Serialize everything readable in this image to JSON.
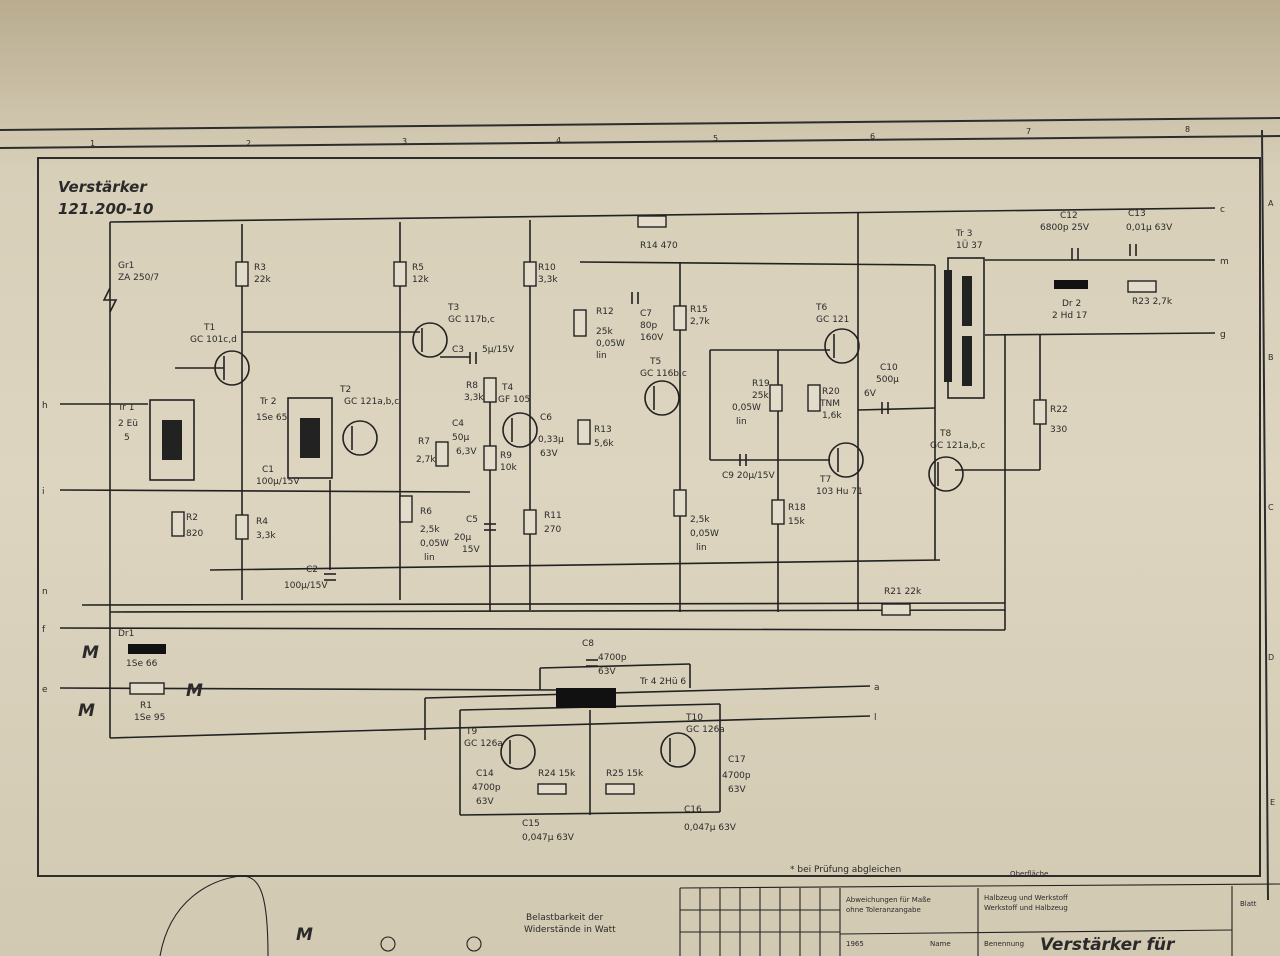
{
  "title": "Verstärker",
  "part_number": "121.200-10",
  "columns": [
    "1",
    "2",
    "3",
    "4",
    "5",
    "6",
    "7",
    "8"
  ],
  "rows": [
    "A",
    "B",
    "C",
    "D",
    "E"
  ],
  "terminals": {
    "h": "h",
    "i": "i",
    "n": "n",
    "f": "f",
    "e": "e",
    "c": "c",
    "m": "m",
    "g": "g",
    "a": "a",
    "l": "l"
  },
  "marks": {
    "m1": "M",
    "m2": "M",
    "m3": "M",
    "m4": "M"
  },
  "components": {
    "fuse": {
      "id": "Gr1",
      "value": "ZA 250/7"
    },
    "r3": {
      "id": "R3",
      "value": "22k"
    },
    "t1": {
      "id": "T1",
      "value": "GC 101c,d"
    },
    "r5": {
      "id": "R5",
      "value": "12k"
    },
    "t3": {
      "id": "T3",
      "value": "GC 117b,c"
    },
    "c3": {
      "id": "C3",
      "value": "5µ/15V"
    },
    "r10": {
      "id": "R10",
      "value": "3,3k"
    },
    "r14": {
      "label": "R14 470"
    },
    "r12": {
      "id": "R12",
      "value": "25k",
      "power": "0,05W",
      "taper": "lin"
    },
    "c7": {
      "id": "C7",
      "value": "80p",
      "voltage": "160V"
    },
    "r15": {
      "id": "R15",
      "value": "2,7k"
    },
    "t5": {
      "id": "T5",
      "value": "GC 116b,c"
    },
    "t6": {
      "id": "T6",
      "value": "GC 121"
    },
    "c10": {
      "id": "C10",
      "value": "500µ",
      "voltage": "6V"
    },
    "tr3": {
      "id": "Tr 3",
      "value": "1Ü 37"
    },
    "c12": {
      "id": "C12",
      "value": "6800p 25V"
    },
    "c13": {
      "id": "C13",
      "value": "0,01µ 63V"
    },
    "dr2": {
      "id": "Dr 2",
      "value": "2 Hd 17"
    },
    "r23": {
      "label": "R23 2,7k"
    },
    "r22": {
      "id": "R22",
      "value": "330"
    },
    "t8": {
      "id": "T8",
      "value": "GC 121a,b,c"
    },
    "t2": {
      "id": "T2",
      "value": "GC 121a,b,c"
    },
    "tr2": {
      "id": "Tr 2",
      "value": "1Se 65"
    },
    "c1": {
      "id": "C1",
      "value": "100µ/15V"
    },
    "tr1": {
      "id": "Tr 1",
      "value": "2 Eü",
      "extra": "5"
    },
    "r2": {
      "id": "R2",
      "value": "820"
    },
    "r4": {
      "id": "R4",
      "value": "3,3k"
    },
    "r7": {
      "id": "R7",
      "value": "2,7k"
    },
    "c4": {
      "id": "C4",
      "value": "50µ",
      "voltage": "6,3V"
    },
    "r8": {
      "id": "R8",
      "value": "3,3k"
    },
    "t4": {
      "id": "T4",
      "value": "GF 105"
    },
    "r9": {
      "id": "R9",
      "value": "10k"
    },
    "c6": {
      "id": "C6",
      "value": "0,33µ",
      "voltage": "63V"
    },
    "r13": {
      "id": "R13",
      "value": "5,6k"
    },
    "c5": {
      "id": "C5",
      "value": "20µ",
      "voltage": "15V"
    },
    "r11": {
      "id": "R11",
      "value": "270"
    },
    "r6": {
      "id": "R6",
      "value": "2,5k",
      "power": "0,05W",
      "taper": "lin"
    },
    "c2": {
      "id": "C2",
      "value": "100µ/15V"
    },
    "r17": {
      "value": "2,5k",
      "power": "0,05W",
      "taper": "lin"
    },
    "c9": {
      "label": "C9 20µ/15V"
    },
    "r18": {
      "id": "R18",
      "value": "15k"
    },
    "r19": {
      "id": "R19",
      "value": "25k",
      "power": "0,05W",
      "taper": "lin"
    },
    "r20": {
      "id": "R20",
      "value": "TNM",
      "extra": "1,6k"
    },
    "t7": {
      "id": "T7",
      "value": "103 Hu 71"
    },
    "r21": {
      "label": "R21 22k"
    },
    "dr1": {
      "id": "Dr1",
      "value": "1Se 66"
    },
    "r1": {
      "id": "R1",
      "value": "1Se 95"
    },
    "c8": {
      "id": "C8",
      "value": "4700p",
      "voltage": "63V"
    },
    "tr4": {
      "label": "Tr 4 2Hü 6"
    },
    "t9": {
      "id": "T9",
      "value": "GC 126a"
    },
    "t10": {
      "id": "T10",
      "value": "GC 126a"
    },
    "c14": {
      "id": "C14",
      "value": "4700p",
      "voltage": "63V"
    },
    "r24": {
      "label": "R24 15k"
    },
    "r25": {
      "label": "R25 15k"
    },
    "c17": {
      "id": "C17",
      "value": "4700p",
      "voltage": "63V"
    },
    "c15": {
      "id": "C15",
      "value": "0,047µ 63V"
    },
    "c16": {
      "id": "C16",
      "value": "0,047µ 63V"
    }
  },
  "notes": {
    "test_note": "* bei Prüfung abgleichen",
    "surface": "Oberfläche",
    "load_line1": "Belastbarkeit der",
    "load_line2": "Widerstände in Watt"
  },
  "title_block": {
    "field1": "Abweichungen für Maße",
    "field2": "ohne Toleranzangabe",
    "field3": "Halbzeug und Werkstoff",
    "field4": "Werkstoff und Halbzeug",
    "date": "1965",
    "name": "Name",
    "designation_label": "Benennung",
    "designation": "Verstärker für",
    "sheet": "Blatt"
  }
}
